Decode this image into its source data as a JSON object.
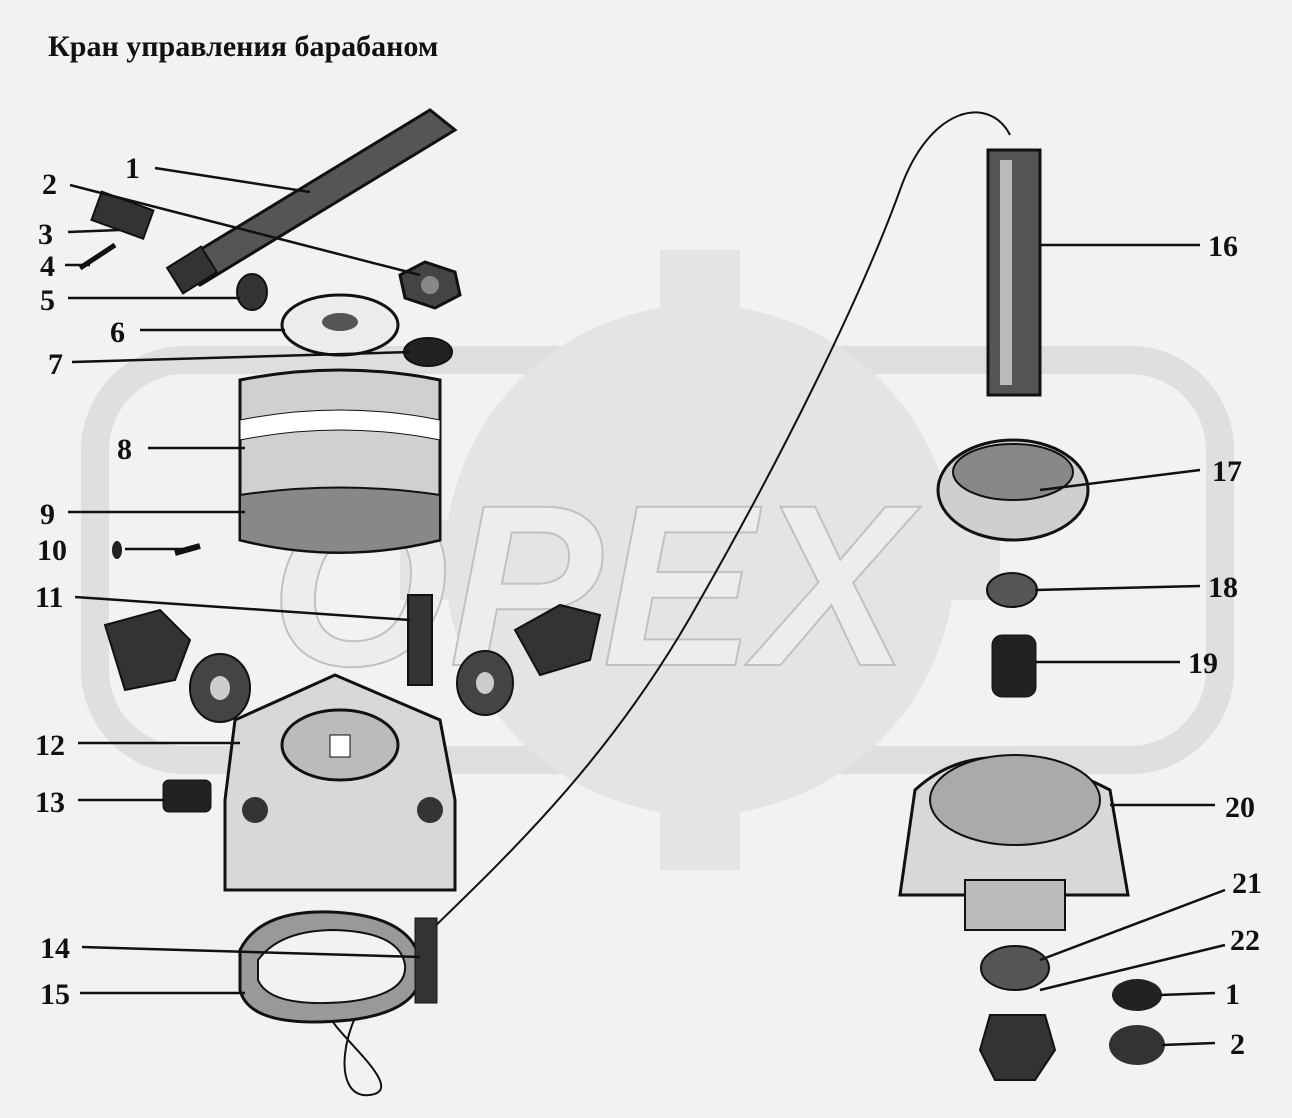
{
  "title": "Кран управления барабаном",
  "watermark": "OPEX",
  "labels": [
    "1",
    "2",
    "3",
    "4",
    "5",
    "6",
    "7",
    "8",
    "9",
    "10",
    "11",
    "12",
    "13",
    "14",
    "15",
    "16",
    "17",
    "18",
    "19",
    "20",
    "21",
    "22",
    "1",
    "2"
  ]
}
